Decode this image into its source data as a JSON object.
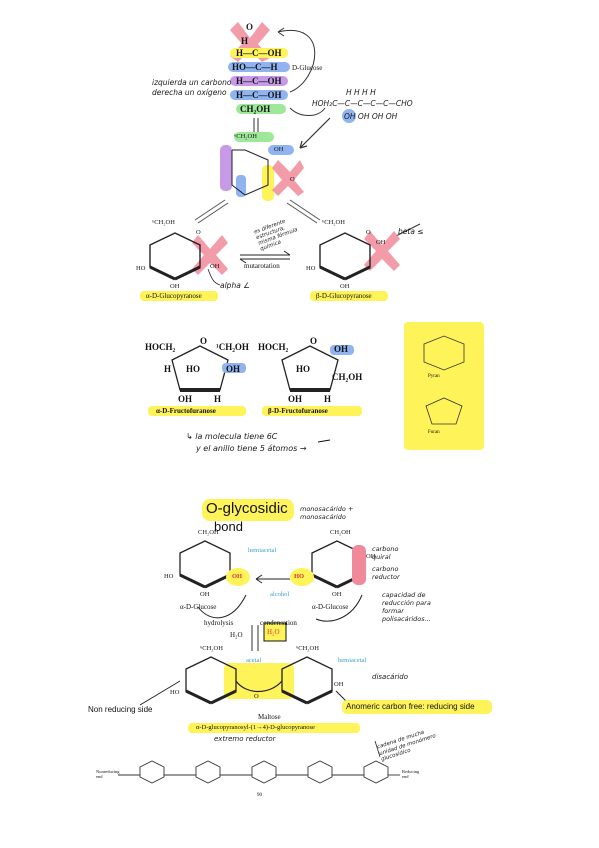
{
  "colors": {
    "pink": "#f08a9a",
    "yellow": "#fff35a",
    "green": "#9ee89a",
    "purple": "#c79ae8",
    "blue": "#8fb4f0",
    "cyan_text": "#3aa0c8",
    "red_text": "#d8342c"
  },
  "glucose_chain": {
    "c1": "O",
    "c1h": "H",
    "r2": "H—C—OH",
    "r3": "HO—C—H",
    "r4": "H—C—OH",
    "r5": "H—C—OH",
    "c6": "CH₂OH",
    "name": "D-Glucose",
    "note_left_1": "izquierda un carbono",
    "note_left_2": "derecha un oxígeno",
    "chain_right": "HOH₂C—C—C—C—C—CHO",
    "chain_oh": "OH   OH   OH   OH",
    "chain_h": "H    H    H    H"
  },
  "pyranose": {
    "alpha_name": "α-D-Glucopyranose",
    "beta_name": "β-D-Glucopyranose",
    "mutarotation": "mutarotation",
    "alpha_note": "alpha ∠",
    "beta_note": "beta ≤",
    "mid_note": "es diferente estructura, misma fórmula química",
    "ch2oh": "CH₂OH",
    "ch2oh_6": "⁶CH₂OH",
    "oh": "OH",
    "ho": "HO",
    "h": "H",
    "o": "O"
  },
  "furanose": {
    "alpha_name": "α-D-Fructofuranose",
    "beta_name": "β-D-Fructofuranose",
    "hoch2": "HOCH₂",
    "ch2oh": "CH₂OH",
    "ch2oh_1": "¹CH₂OH",
    "oh": "OH",
    "ho": "HO",
    "h": "H",
    "o": "O",
    "note1": "↳ la molecula tiene 6C",
    "note2": "y el anillo tiene 5 átomos →",
    "pyran_label": "Pyran",
    "furan_label": "Furan"
  },
  "glycosidic": {
    "title1": "O-glycosidic",
    "title2": "bond",
    "note_top": "monosacárido + monosacárido",
    "hemiacetal": "hemiacetal",
    "alcohol": "alcohol",
    "acetal": "acetal",
    "alpha_glucose": "α-D-Glucose",
    "hydrolysis": "hydrolysis",
    "condensation": "condensation",
    "h2o": "H₂O",
    "h2o_box": "H₂O",
    "note_carbono1": "carbono quiral",
    "note_carbono2": "carbono reductor",
    "note_capacidad": "capacidad de reducción para formar polisacáridos...",
    "disacarido": "disacárido",
    "non_reducing": "Non reducing side",
    "anomeric": "Anomeric carbon free: reducing side",
    "maltose": "Maltose",
    "maltose_full": "α-D-glucopyranosyl-(1→4)-D-glucopyranose",
    "extremo": "extremo reductor",
    "cadena_note": "cadena de mucha unidad de monómero glucosídico",
    "nonreducing_end": "Nonreducing end",
    "reducing_end": "Reducing end",
    "page_num": "90"
  }
}
